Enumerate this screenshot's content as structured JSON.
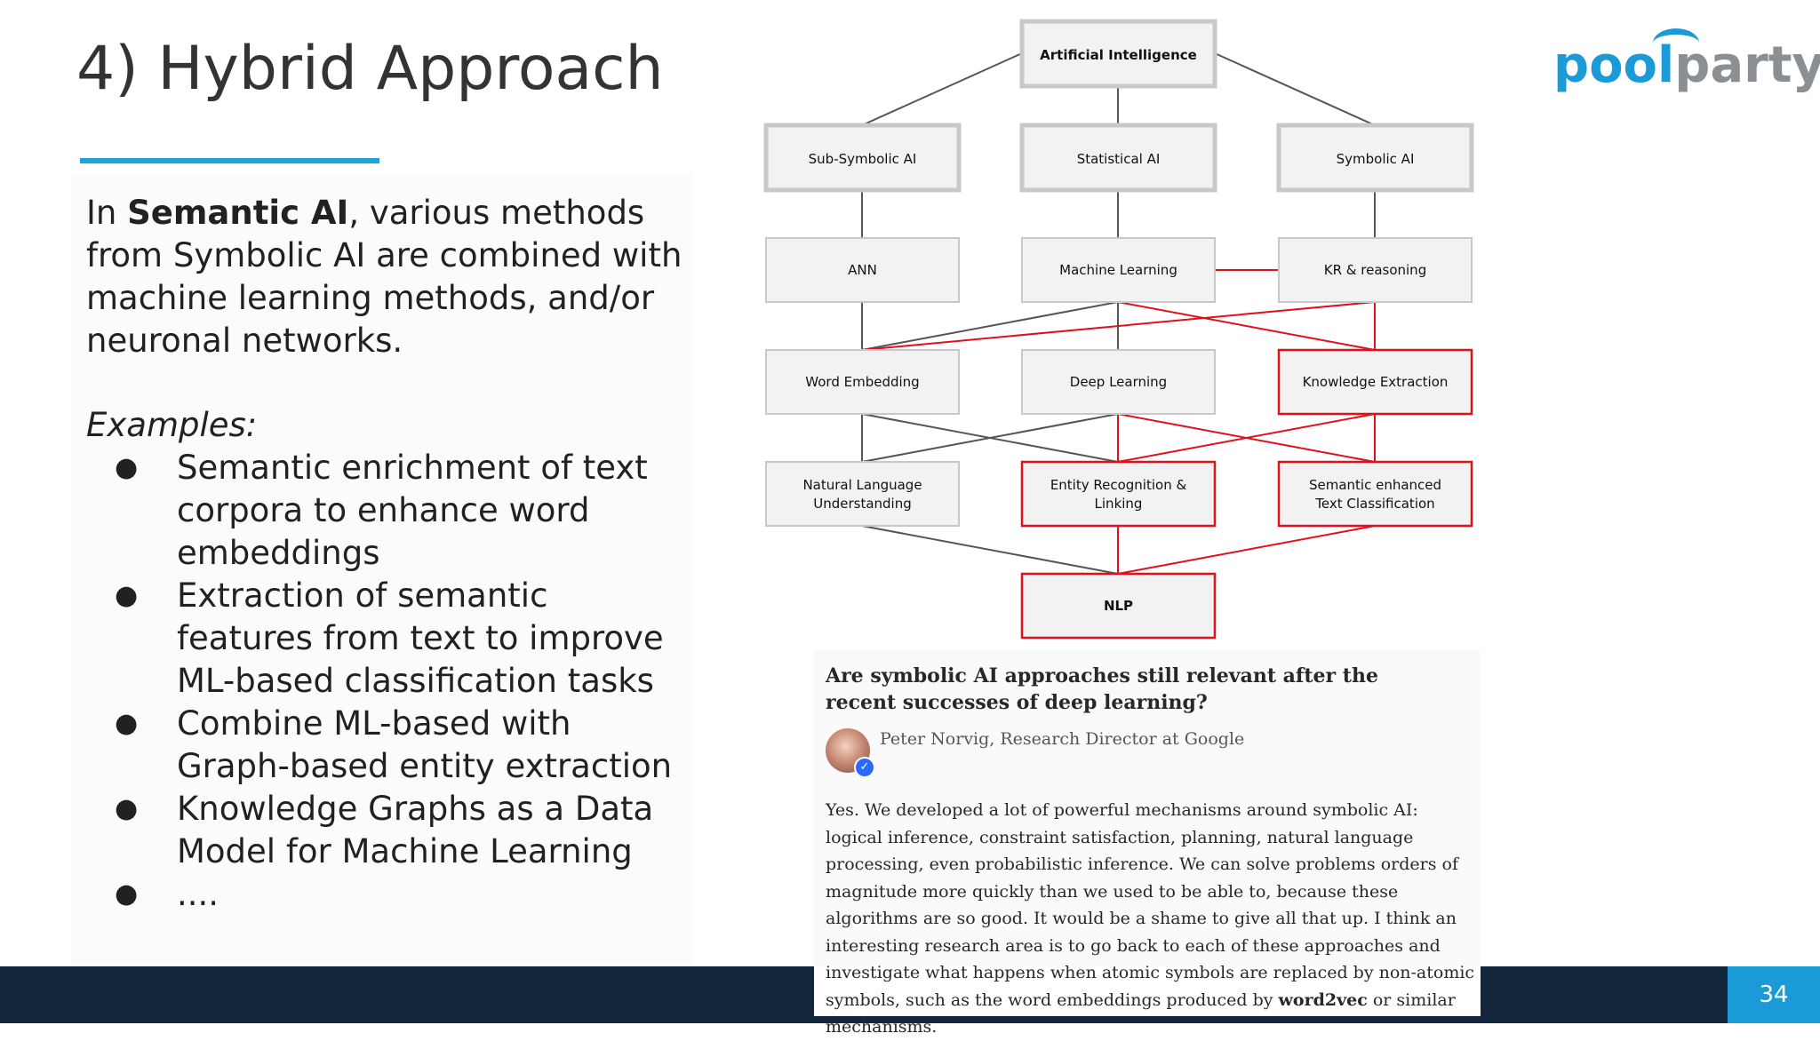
{
  "title": "4) Hybrid Approach",
  "intro": {
    "pre": "In ",
    "bold": "Semantic AI",
    "post": ", various methods from Symbolic AI are combined with machine learning methods, and/or neuronal networks."
  },
  "examples_label": "Examples:",
  "bullet_char": "●",
  "examples": [
    "Semantic enrichment of text corpora to enhance word embeddings",
    "Extraction of semantic features from text to improve ML-based classification tasks",
    "Combine ML-based with Graph-based entity extraction",
    "Knowledge Graphs as a Data Model for Machine Learning",
    "...."
  ],
  "diagram": {
    "nodes": {
      "ai": "Artificial Intelligence",
      "subsym": "Sub-Symbolic AI",
      "stat": "Statistical AI",
      "sym": "Symbolic AI",
      "ann": "ANN",
      "ml": "Machine Learning",
      "kr": "KR & reasoning",
      "we": "Word Embedding",
      "dl": "Deep Learning",
      "ke": "Knowledge Extraction",
      "nlu_1": "Natural Language",
      "nlu_2": "Understanding",
      "erl_1": "Entity Recognition &",
      "erl_2": "Linking",
      "stc_1": "Semantic enhanced",
      "stc_2": "Text Classification",
      "nlp": "NLP"
    },
    "colors": {
      "highlight": "#e0101c",
      "normal_edge": "#555555",
      "box_fill": "#f2f2f2",
      "box_border": "#c8c8c8"
    }
  },
  "logo": {
    "part1": "pool",
    "part2": "party",
    "reg": "®",
    "colors": {
      "pool": "#1a9ad6",
      "party": "#8a8f94"
    }
  },
  "quote": {
    "title": "Are symbolic AI approaches still relevant after the recent successes of deep learning?",
    "author": "Peter Norvig, Research Director at Google",
    "verified_icon": "✓",
    "body_main": "Yes. We developed a lot of powerful mechanisms around symbolic AI: logical inference, constraint satisfaction, planning, natural language processing, even probabilistic inference. We can solve problems orders of magnitude more quickly than we used to be able to, because these algorithms are so good. It would be a shame to give all that up. I think an interesting research area is to go back to each of these approaches and investigate what happens when atomic symbols are replaced by non-atomic symbols, such as the word embeddings produced by ",
    "body_bold": "word2vec",
    "body_end": " or similar mechanisms."
  },
  "page_number": "34",
  "colors": {
    "accent": "#1ba3e0",
    "footer": "#14263c",
    "page_box": "#1a9ad6"
  }
}
